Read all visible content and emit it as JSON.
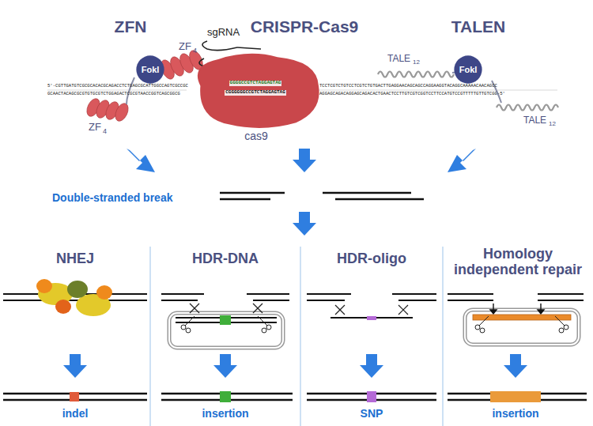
{
  "diagram": {
    "nodes": [
      {
        "text": [
          "FokI"
        ]
      },
      {
        "text": [
          "cas9"
        ]
      },
      {
        "text": [
          "FokI"
        ]
      }
    ],
    "labels": [
      "ZFN",
      "CRISPR-Cas9",
      "TALEN",
      "sgRNA",
      "ZF",
      "4",
      "ZF",
      "4",
      "TALE",
      "12",
      "TALE",
      "12",
      "5'-CGTTGATGTCGCGCACACGCAGACCTCTGAGCGCATTGGCCAGTCGCCGC",
      "GCAACTACAGCGCGTGTGCGTCTGGAGACTCGCGTAACCGGTCAGCGGCG",
      "TCCTCGTCTGTCCTCGTCTGTGACTTGAGGAACAGCAGCCAGGAAGGTACAGGCAAAAACAACAGCC",
      "AGGAGCAGACAGGAGCAGACACTGAACTCCTTGTCGTCGGTCCTTCCATGTCCGTTTTTGTTGTCGG-5'",
      "GGGGCCGTCTAGGAGTAG",
      "CGGGGGGCCGTCTAGGAGTAG",
      "Double-stranded break",
      "NHEJ",
      "HDR-DNA",
      "HDR-oligo",
      "Homology independent repair",
      "indel",
      "insertion",
      "SNP",
      "insertion"
    ]
  }
}
